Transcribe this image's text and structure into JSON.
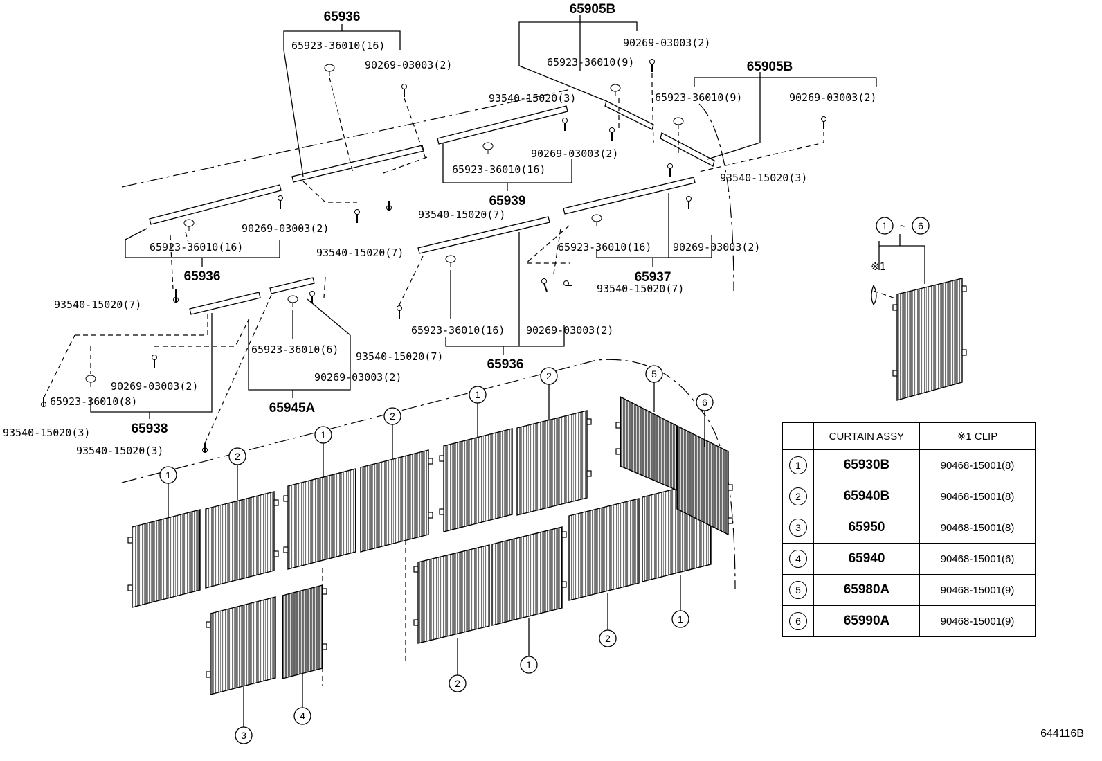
{
  "assemblies": {
    "a1": "65936",
    "a2": "65905B",
    "a3": "65905B",
    "a4": "65939",
    "a5": "65936",
    "a6": "65937",
    "a7": "65936",
    "a8": "65945A",
    "a9": "65938"
  },
  "callouts": {
    "c01": "65923-36010(16)",
    "c02": "90269-03003(2)",
    "c03": "90269-03003(2)",
    "c04": "65923-36010(9)",
    "c05": "93540-15020(3)",
    "c06": "65923-36010(9)",
    "c07": "90269-03003(2)",
    "c08": "90269-03003(2)",
    "c09": "65923-36010(16)",
    "c10": "93540-15020(3)",
    "c11": "93540-15020(7)",
    "c12": "90269-03003(2)",
    "c13": "65923-36010(16)",
    "c14": "93540-15020(7)",
    "c15": "65923-36010(16)",
    "c16": "90269-03003(2)",
    "c17": "93540-15020(7)",
    "c18": "93540-15020(7)",
    "c19": "65923-36010(16)",
    "c20": "90269-03003(2)",
    "c21": "93540-15020(7)",
    "c22": "65923-36010(6)",
    "c23": "90269-03003(2)",
    "c24": "90269-03003(2)",
    "c25": "65923-36010(8)",
    "c26": "93540-15020(3)",
    "c27": "93540-15020(3)"
  },
  "circle_markers": {
    "range": "1~6",
    "clip_note": "※1"
  },
  "table": {
    "header": [
      "",
      "CURTAIN ASSY",
      "※1 CLIP"
    ],
    "rows": [
      {
        "no": "1",
        "assy": "65930B",
        "clip": "90468-15001(8)"
      },
      {
        "no": "2",
        "assy": "65940B",
        "clip": "90468-15001(8)"
      },
      {
        "no": "3",
        "assy": "65950",
        "clip": "90468-15001(8)"
      },
      {
        "no": "4",
        "assy": "65940",
        "clip": "90468-15001(6)"
      },
      {
        "no": "5",
        "assy": "65980A",
        "clip": "90468-15001(9)"
      },
      {
        "no": "6",
        "assy": "65990A",
        "clip": "90468-15001(9)"
      }
    ]
  },
  "figure_id": "644116B"
}
